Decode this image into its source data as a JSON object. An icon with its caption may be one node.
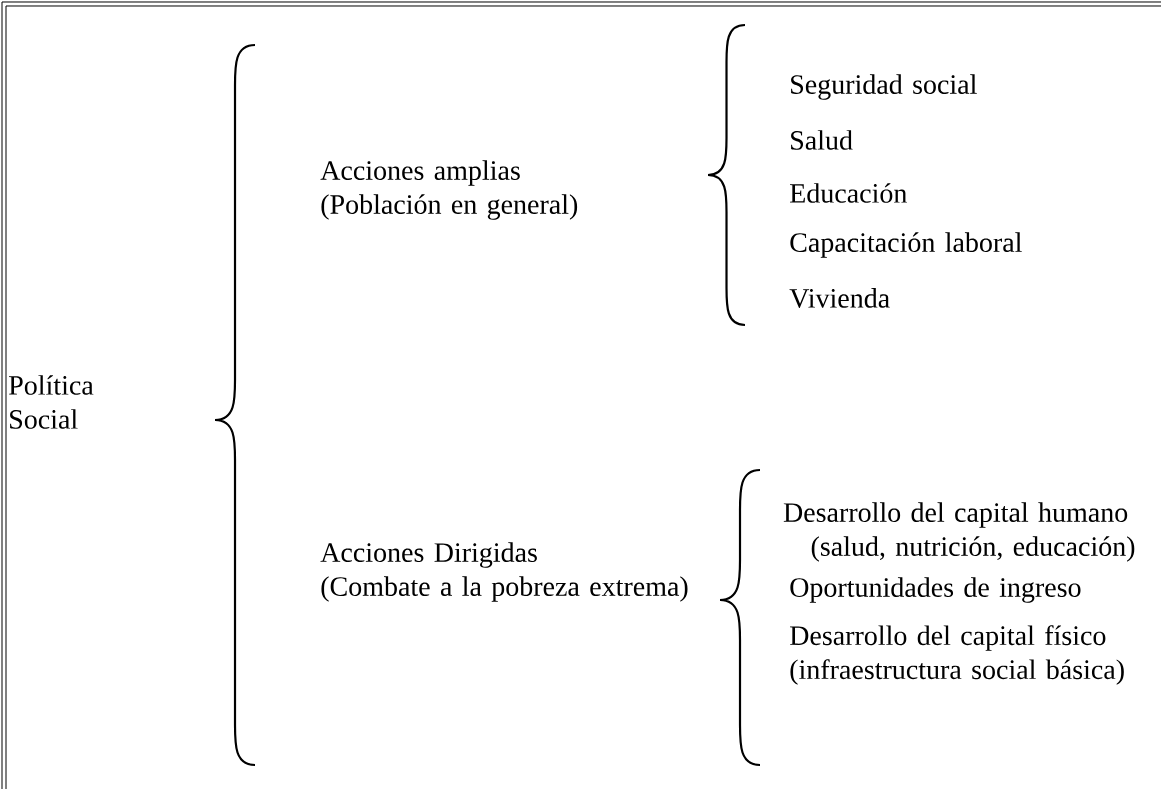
{
  "diagram": {
    "labels": [
      "Política Social",
      "Acciones amplias (Población en general)",
      "Seguridad social",
      "Salud",
      "Educación",
      "Capacitación laboral",
      "Vivienda",
      "Desarrollo del capital humano (salud, nutrición, educación)",
      "Acciones Dirigidas (Combate a la pobreza extrema)",
      "Oportunidades de ingreso",
      "Desarrollo del capital físico (infraestructura social básica)"
    ]
  }
}
